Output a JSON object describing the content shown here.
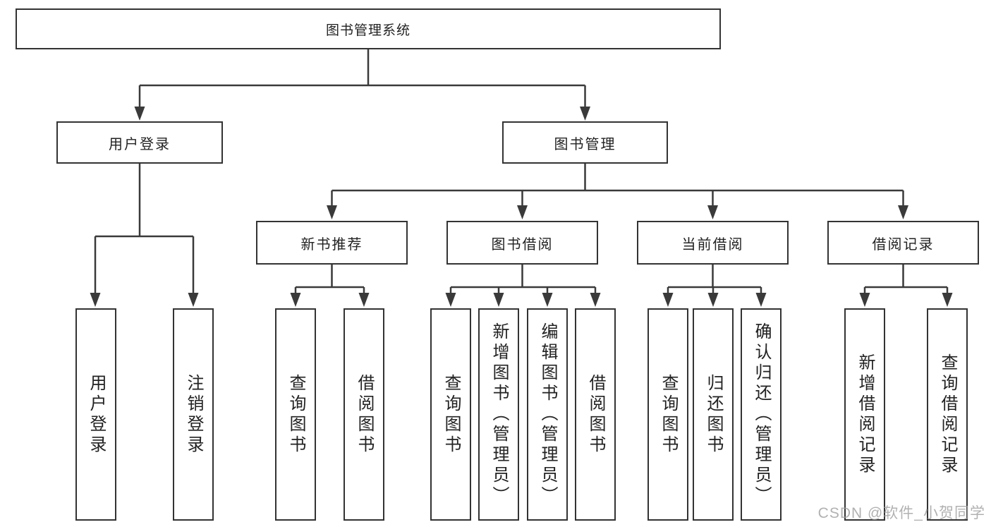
{
  "diagram_type": "hierarchy-tree",
  "nodes": {
    "root": {
      "label": "图书管理系统"
    },
    "user_login": {
      "label": "用户登录"
    },
    "book_management": {
      "label": "图书管理"
    },
    "new_book_recommend": {
      "label": "新书推荐"
    },
    "book_borrow": {
      "label": "图书借阅"
    },
    "current_borrow": {
      "label": "当前借阅"
    },
    "borrow_records": {
      "label": "借阅记录"
    },
    "leaf_user_login": {
      "label": "用户登录"
    },
    "leaf_logout": {
      "label": "注销登录"
    },
    "leaf_nb_query": {
      "label": "查询图书"
    },
    "leaf_nb_borrow": {
      "label": "借阅图书"
    },
    "leaf_bb_query": {
      "label": "查询图书"
    },
    "leaf_bb_add": {
      "label": "新增图书（管理员）"
    },
    "leaf_bb_edit": {
      "label": "编辑图书（管理员）"
    },
    "leaf_bb_borrow": {
      "label": "借阅图书"
    },
    "leaf_cb_query": {
      "label": "查询图书"
    },
    "leaf_cb_return": {
      "label": "归还图书"
    },
    "leaf_cb_confirm": {
      "label": "确认归还（管理员）"
    },
    "leaf_br_add": {
      "label": "新增借阅记录"
    },
    "leaf_br_query": {
      "label": "查询借阅记录"
    }
  },
  "structure": {
    "图书管理系统": {
      "用户登录": [
        "用户登录",
        "注销登录"
      ],
      "图书管理": {
        "新书推荐": [
          "查询图书",
          "借阅图书"
        ],
        "图书借阅": [
          "查询图书",
          "新增图书（管理员）",
          "编辑图书（管理员）",
          "借阅图书"
        ],
        "当前借阅": [
          "查询图书",
          "归还图书",
          "确认归还（管理员）"
        ],
        "借阅记录": [
          "新增借阅记录",
          "查询借阅记录"
        ]
      }
    }
  },
  "watermark": {
    "text": "CSDN @软件_小贺同学"
  },
  "colors": {
    "background": "#ffffff",
    "box_border": "#333333",
    "connector": "#3a3a3a",
    "text": "#222222",
    "watermark": "#9e9e9e"
  }
}
